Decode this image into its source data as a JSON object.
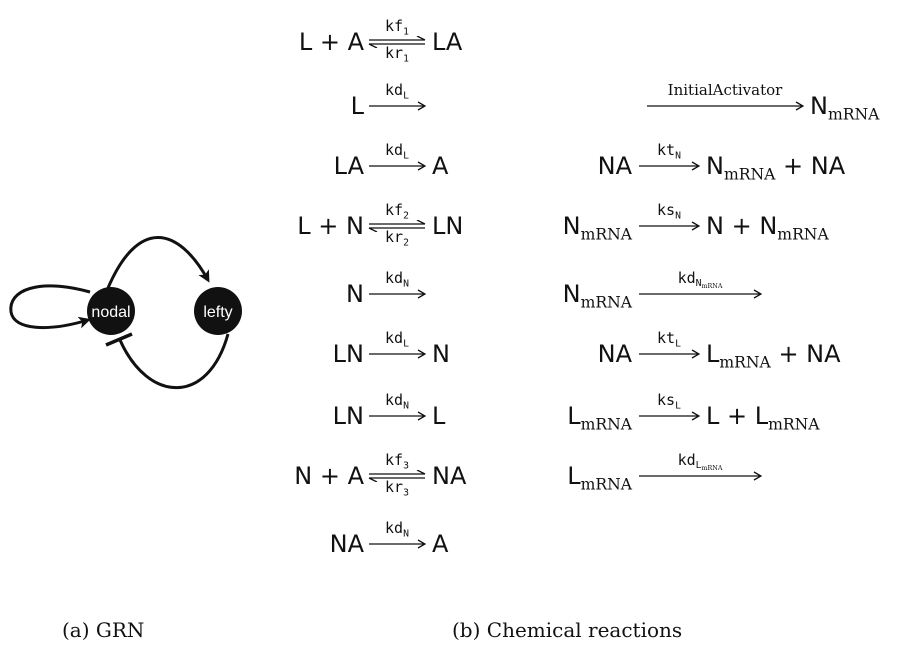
{
  "grn": {
    "nodes": [
      {
        "id": "nodal",
        "label": "nodal"
      },
      {
        "id": "lefty",
        "label": "lefty"
      }
    ],
    "edges": [
      {
        "from": "nodal",
        "to": "nodal",
        "type": "activation"
      },
      {
        "from": "nodal",
        "to": "lefty",
        "type": "activation"
      },
      {
        "from": "lefty",
        "to": "nodal",
        "type": "inhibition"
      }
    ]
  },
  "reactions_left": [
    {
      "lhs": "L + A",
      "rhs": "LA",
      "reversible": true,
      "kf": {
        "base": "kf",
        "sub": "1"
      },
      "kr": {
        "base": "kr",
        "sub": "1"
      }
    },
    {
      "lhs": "L",
      "rhs": "",
      "reversible": false,
      "k": {
        "base": "kd",
        "sub": "L"
      }
    },
    {
      "lhs": "LA",
      "rhs": "A",
      "reversible": false,
      "k": {
        "base": "kd",
        "sub": "L"
      }
    },
    {
      "lhs": "L + N",
      "rhs": "LN",
      "reversible": true,
      "kf": {
        "base": "kf",
        "sub": "2"
      },
      "kr": {
        "base": "kr",
        "sub": "2"
      }
    },
    {
      "lhs": "N",
      "rhs": "",
      "reversible": false,
      "k": {
        "base": "kd",
        "sub": "N"
      }
    },
    {
      "lhs": "LN",
      "rhs": "N",
      "reversible": false,
      "k": {
        "base": "kd",
        "sub": "L"
      }
    },
    {
      "lhs": "LN",
      "rhs": "L",
      "reversible": false,
      "k": {
        "base": "kd",
        "sub": "N"
      }
    },
    {
      "lhs": "N + A",
      "rhs": "NA",
      "reversible": true,
      "kf": {
        "base": "kf",
        "sub": "3"
      },
      "kr": {
        "base": "kr",
        "sub": "3"
      }
    },
    {
      "lhs": "NA",
      "rhs": "A",
      "reversible": false,
      "k": {
        "base": "kd",
        "sub": "N"
      }
    }
  ],
  "reactions_right": [
    {
      "lhs": {
        "base": "",
        "sub": ""
      },
      "label": "InitialActivator",
      "rhs": {
        "base": "N",
        "sub": "mRNA",
        "tail": ""
      }
    },
    {
      "lhs": {
        "base": "NA",
        "sub": ""
      },
      "k": {
        "base": "kt",
        "sub": "N"
      },
      "rhs": {
        "base": "N",
        "sub": "mRNA",
        "tail": " + NA"
      }
    },
    {
      "lhs": {
        "base": "N",
        "sub": "mRNA"
      },
      "k": {
        "base": "ks",
        "sub": "N"
      },
      "rhs": {
        "base": "N + N",
        "sub": "mRNA",
        "tail": ""
      }
    },
    {
      "lhs": {
        "base": "N",
        "sub": "mRNA"
      },
      "k": {
        "base": "kd",
        "sub": "N",
        "subsub": "mRNA"
      },
      "rhs": {
        "base": "",
        "sub": "",
        "tail": ""
      }
    },
    {
      "lhs": {
        "base": "NA",
        "sub": ""
      },
      "k": {
        "base": "kt",
        "sub": "L"
      },
      "rhs": {
        "base": "L",
        "sub": "mRNA",
        "tail": " + NA"
      }
    },
    {
      "lhs": {
        "base": "L",
        "sub": "mRNA"
      },
      "k": {
        "base": "ks",
        "sub": "L"
      },
      "rhs": {
        "base": "L + L",
        "sub": "mRNA",
        "tail": ""
      }
    },
    {
      "lhs": {
        "base": "L",
        "sub": "mRNA"
      },
      "k": {
        "base": "kd",
        "sub": "L",
        "subsub": "mRNA"
      },
      "rhs": {
        "base": "",
        "sub": "",
        "tail": ""
      }
    }
  ],
  "captions": {
    "a": "(a) GRN",
    "b": "(b) Chemical reactions"
  }
}
